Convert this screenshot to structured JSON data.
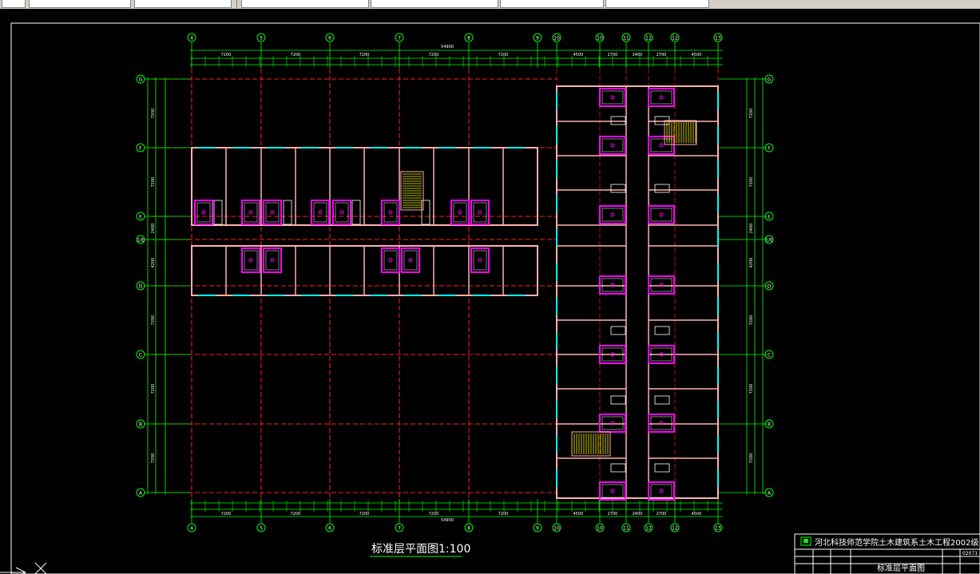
{
  "window": {
    "toolbar_fields": [
      "",
      "",
      "",
      "",
      "",
      "",
      "",
      ""
    ]
  },
  "drawing": {
    "title": "标准层平面图1:100",
    "dim_total_top": "54900",
    "dim_total_bottom": "54900",
    "bays": [
      "7200",
      "7200",
      "7200",
      "7200",
      "7200"
    ],
    "east_bays": [
      "4500",
      "2700",
      "2400",
      "2700",
      "4500"
    ],
    "grid_top": [
      "4",
      "5",
      "6",
      "7",
      "8",
      "9",
      "10",
      "10",
      "11",
      "12",
      "12",
      "13"
    ],
    "grid_rows": [
      "G",
      "F",
      "E",
      "1/E",
      "D",
      "C",
      "B",
      "A"
    ],
    "row_dims": [
      "7200",
      "7200",
      "2400",
      "4200",
      "7200",
      "7200",
      "7200"
    ]
  },
  "title_block": {
    "school": "河北科技师范学院土木建筑系土木工程2002级",
    "sheet_title": "标准层平面图",
    "sheet_no": "02071"
  },
  "colors": {
    "background": "#000000",
    "axis": "#ff2020",
    "wall": "#ffb0b0",
    "dim": "#00ff00",
    "fixture": "#ff00ff",
    "stair": "#ffff00",
    "door": "#00ffff",
    "text": "#ffffff"
  }
}
